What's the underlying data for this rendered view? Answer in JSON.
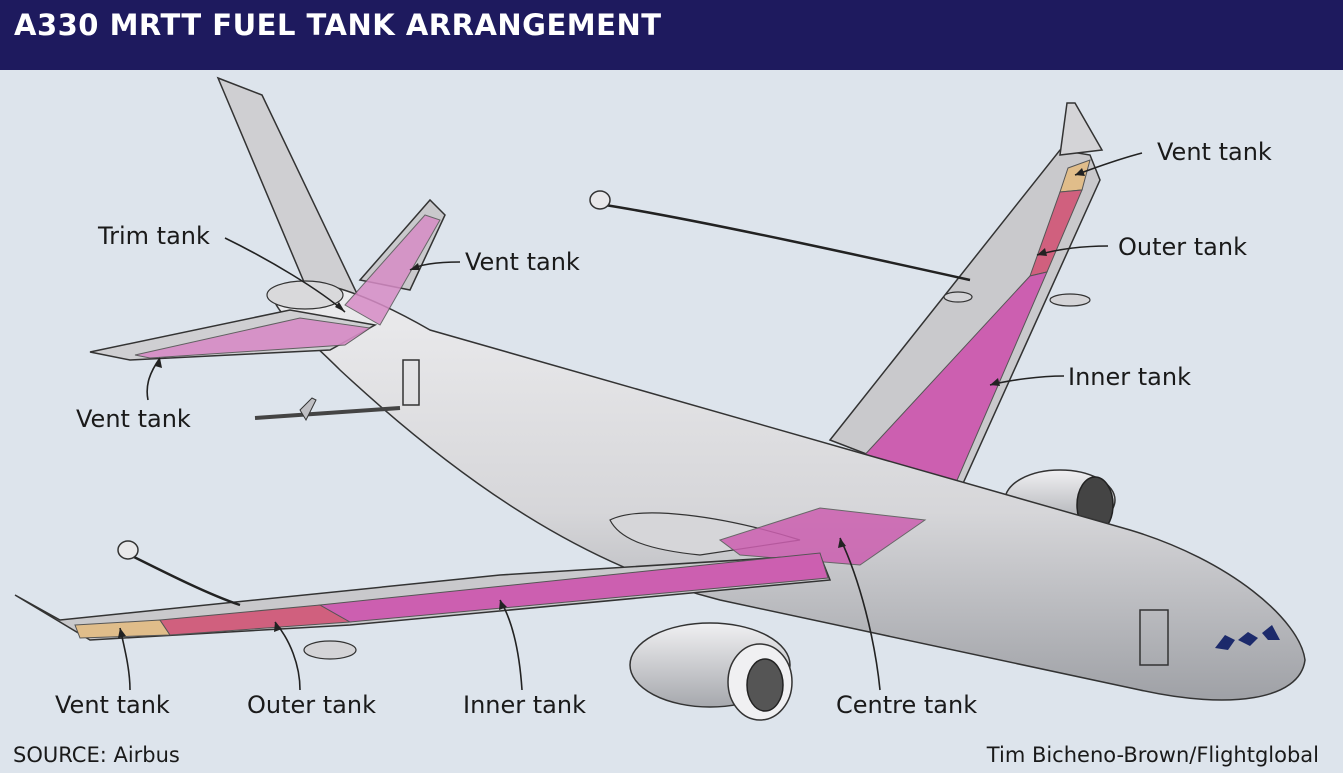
{
  "title": "A330 MRTT FUEL TANK ARRANGEMENT",
  "labels": {
    "trim_tank": "Trim tank",
    "vent_tank_tail_right": "Vent tank",
    "vent_tank_tail_left": "Vent tank",
    "vent_tank_wing_far": "Vent tank",
    "outer_tank_wing_far": "Outer tank",
    "inner_tank_wing_far": "Inner tank",
    "vent_tank_wing_near": "Vent tank",
    "outer_tank_wing_near": "Outer tank",
    "inner_tank_wing_near": "Inner tank",
    "centre_tank": "Centre tank"
  },
  "footer": {
    "source": "SOURCE: Airbus",
    "credit": "Tim Bicheno-Brown/Flightglobal"
  },
  "colors": {
    "header_bg": "#1e1a5e",
    "background": "#dde4ec",
    "fuselage": "#d9d9db",
    "inner_tank": "#cc5fb0",
    "outer_tank": "#d0607e",
    "vent_tank": "#e0bd8a",
    "trim_tank": "#d78cc6"
  }
}
